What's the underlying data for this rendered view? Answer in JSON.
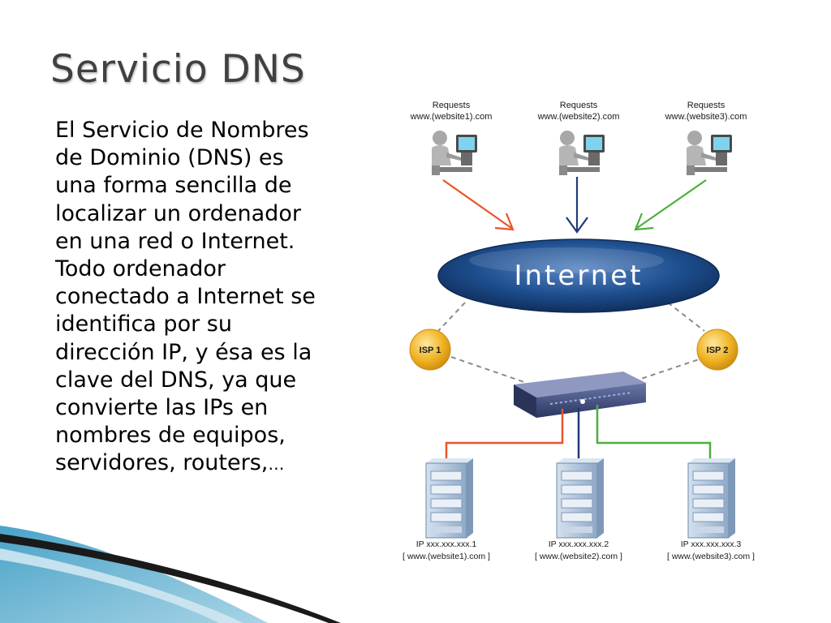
{
  "slide": {
    "title": "Servicio DNS",
    "body_lines": [
      "El Servicio de Nombres",
      "de Dominio (DNS) es",
      "una forma sencilla de",
      "localizar un ordenador",
      "en una red o Internet.",
      "Todo ordenador",
      "conectado a Internet se",
      "identifica por su",
      "dirección IP, y ésa es la",
      "clave del DNS, ya que",
      "convierte las IPs en",
      "nombres de equipos,",
      "servidores, routers,"
    ],
    "body_ellipsis": "…"
  },
  "diagram": {
    "requests": [
      {
        "label": "Requests",
        "site": "www.(website1).com",
        "arrow_color": "#e8542a"
      },
      {
        "label": "Requests",
        "site": "www.(website2).com",
        "arrow_color": "#1f3a7a"
      },
      {
        "label": "Requests",
        "site": "www.(website3).com",
        "arrow_color": "#4caf3c"
      }
    ],
    "cloud_label": "Internet",
    "isps": [
      {
        "label": "ISP 1"
      },
      {
        "label": "ISP 2"
      }
    ],
    "servers": [
      {
        "ip": "IP xxx.xxx.xxx.1",
        "site": "[ www.(website1).com ]",
        "line_color": "#e8542a"
      },
      {
        "ip": "IP xxx.xxx.xxx.2",
        "site": "[ www.(website2).com ]",
        "line_color": "#1f3a7a"
      },
      {
        "ip": "IP xxx.xxx.xxx.3",
        "site": "[ www.(website3).com ]",
        "line_color": "#4caf3c"
      }
    ],
    "colors": {
      "cloud": "#1e4f8f",
      "isp": "#f0b323",
      "server": "#a9bfd6",
      "router": "#3f4b7a"
    }
  }
}
